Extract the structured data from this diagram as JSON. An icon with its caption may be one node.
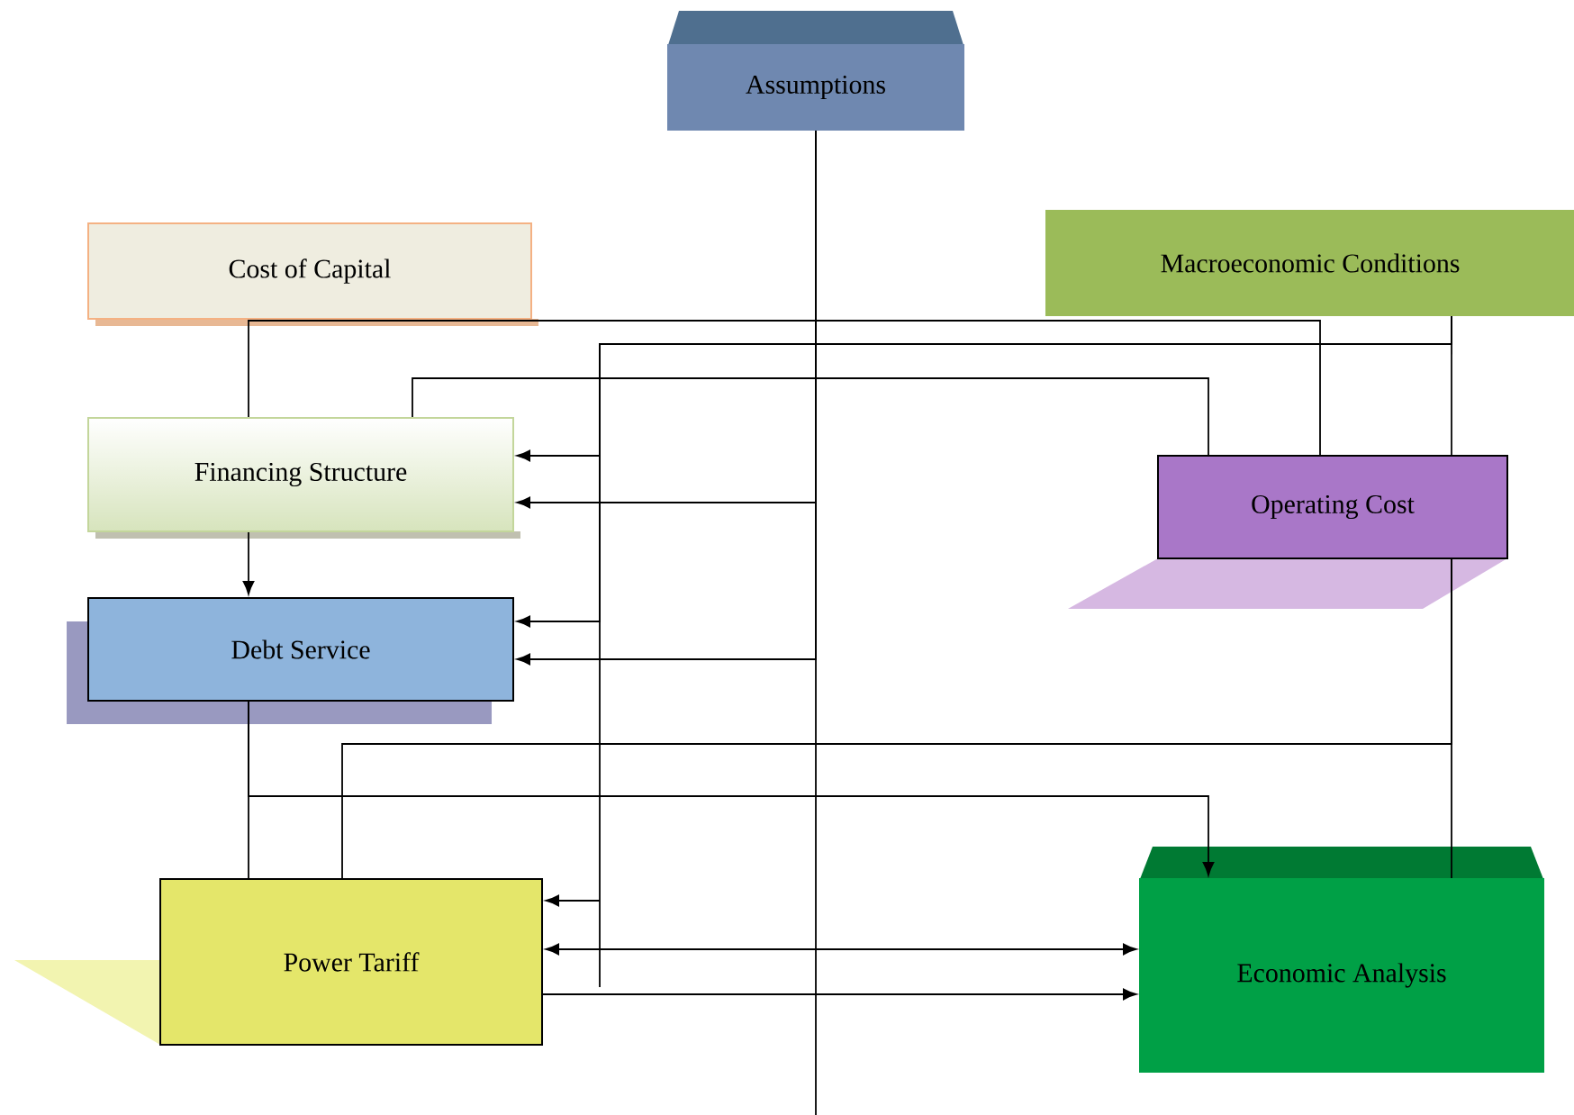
{
  "diagram": {
    "nodes": [
      {
        "text": [
          "Assumptions"
        ]
      },
      {
        "text": [
          "Cost of Capital"
        ]
      },
      {
        "text": [
          "Macroeconomic Conditions"
        ]
      },
      {
        "text": [
          "Financing Structure"
        ]
      },
      {
        "text": [
          "Operating Cost"
        ]
      },
      {
        "text": [
          "Debt Service"
        ]
      },
      {
        "text": [
          "Power Tariff"
        ]
      },
      {
        "text": [
          "Economic Analysis"
        ]
      }
    ],
    "edges": [
      {
        "from": 0,
        "to": 3,
        "arrow": "to"
      },
      {
        "from": 0,
        "to": 5,
        "arrow": "to"
      },
      {
        "from": 1,
        "to": 3,
        "arrow": "none"
      },
      {
        "from": 1,
        "to": 4,
        "arrow": "none"
      },
      {
        "from": 2,
        "to": 4,
        "arrow": "none"
      },
      {
        "from": 2,
        "to": 3,
        "arrow": "to"
      },
      {
        "from": 2,
        "to": 5,
        "arrow": "to"
      },
      {
        "from": 2,
        "to": 6,
        "arrow": "to"
      },
      {
        "from": 4,
        "to": 3,
        "arrow": "none"
      },
      {
        "from": 4,
        "to": 6,
        "arrow": "none"
      },
      {
        "from": 4,
        "to": 7,
        "arrow": "none"
      },
      {
        "from": 3,
        "to": 5,
        "arrow": "to"
      },
      {
        "from": 5,
        "to": 6,
        "arrow": "none"
      },
      {
        "from": 5,
        "to": 7,
        "arrow": "to"
      },
      {
        "from": 6,
        "to": 7,
        "arrow": "both"
      },
      {
        "from": 6,
        "to": 7,
        "arrow": "to"
      },
      {
        "from": 0,
        "to": null,
        "arrow": "none"
      }
    ]
  }
}
